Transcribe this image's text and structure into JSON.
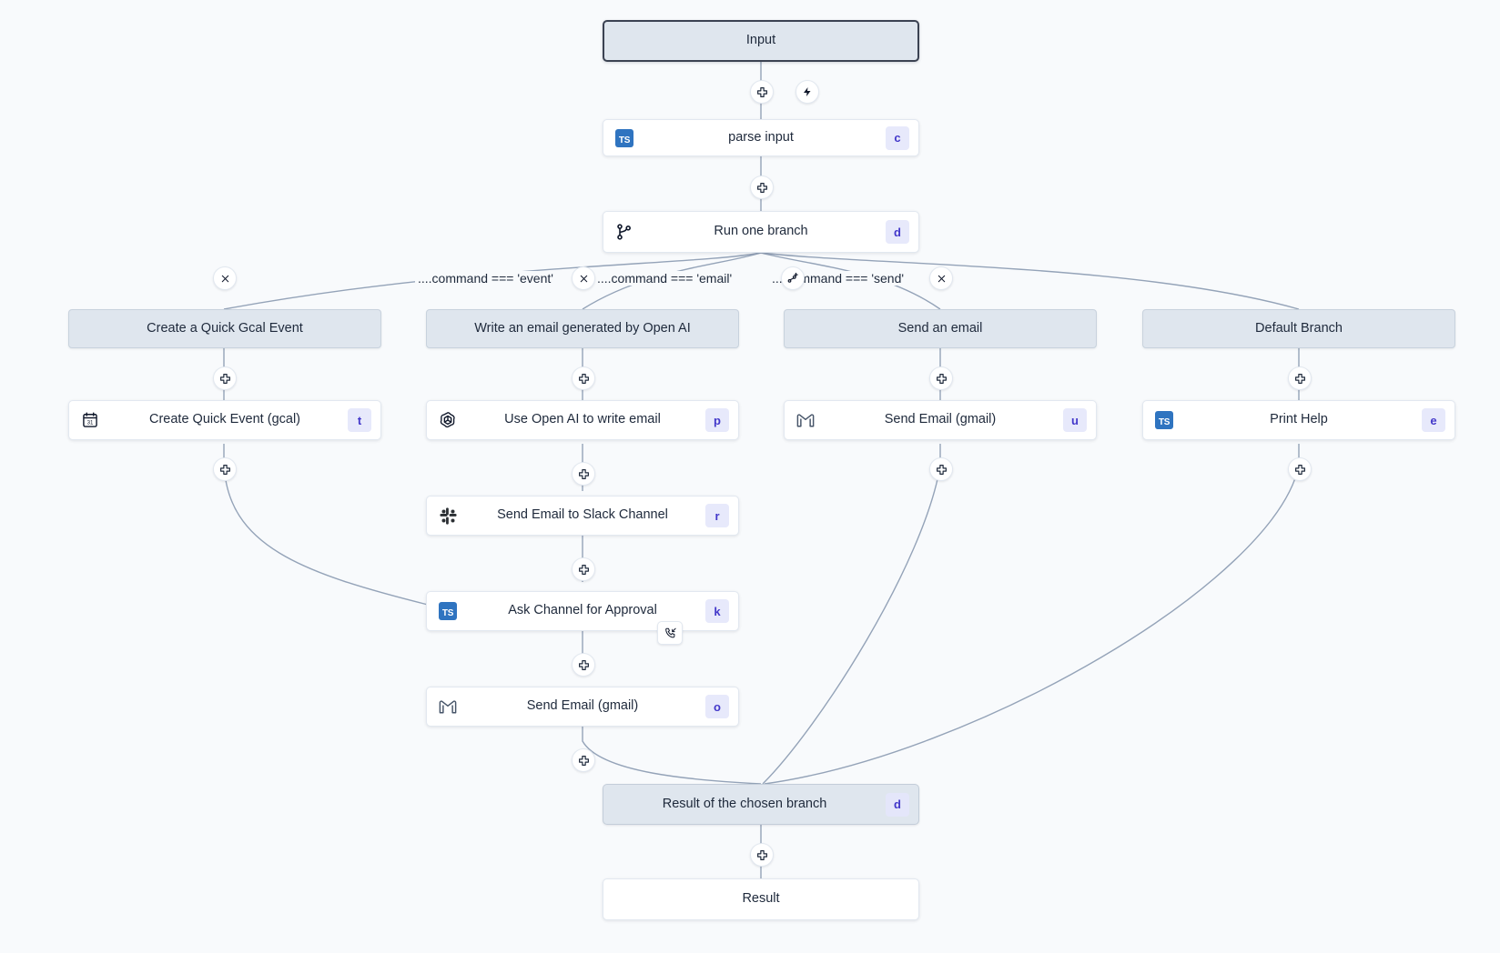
{
  "canvas": {
    "background": "#f8fafc",
    "edge_color": "#94a3b8",
    "accent_badge_bg": "#e7e9fb",
    "accent_badge_fg": "#4338ca",
    "terminal_bg": "#dfe6ee",
    "module_bg": "#ffffff"
  },
  "nodes": {
    "input": {
      "label": "Input",
      "kind": "terminal",
      "selected": true
    },
    "parse_input": {
      "label": "parse input",
      "kind": "module",
      "icon": "typescript-icon",
      "shortcut": "c"
    },
    "run_one_branch": {
      "label": "Run one branch",
      "kind": "module",
      "icon": "git-branch-icon",
      "shortcut": "d"
    },
    "branch_gcal": {
      "label": "Create a Quick Gcal Event",
      "kind": "branch-head"
    },
    "branch_write_email": {
      "label": "Write an email generated by Open AI",
      "kind": "branch-head"
    },
    "branch_send_email": {
      "label": "Send an email",
      "kind": "branch-head"
    },
    "branch_default": {
      "label": "Default Branch",
      "kind": "branch-head"
    },
    "create_quick_event": {
      "label": "Create Quick Event (gcal)",
      "kind": "module",
      "icon": "calendar-icon",
      "shortcut": "t"
    },
    "use_openai": {
      "label": "Use Open AI to write email",
      "kind": "module",
      "icon": "openai-icon",
      "shortcut": "p"
    },
    "send_email_slack": {
      "label": "Send Email to Slack Channel",
      "kind": "module",
      "icon": "slack-icon",
      "shortcut": "r"
    },
    "ask_channel_approval": {
      "label": "Ask Channel for Approval",
      "kind": "module",
      "icon": "typescript-icon",
      "shortcut": "k",
      "badge": "suspend-resume-icon"
    },
    "send_email_gmail_mid": {
      "label": "Send Email (gmail)",
      "kind": "module",
      "icon": "gmail-icon",
      "shortcut": "o"
    },
    "send_email_gmail_right": {
      "label": "Send Email (gmail)",
      "kind": "module",
      "icon": "gmail-icon",
      "shortcut": "u"
    },
    "print_help": {
      "label": "Print Help",
      "kind": "module",
      "icon": "typescript-icon",
      "shortcut": "e"
    },
    "result_chosen_branch": {
      "label": "Result of the chosen branch",
      "kind": "terminal",
      "shortcut": "d"
    },
    "result": {
      "label": "Result",
      "kind": "module"
    }
  },
  "branch_labels": [
    {
      "id": "branch-predicate-event",
      "text": "....command === 'event'"
    },
    {
      "id": "branch-predicate-email",
      "text": "....command === 'email'"
    },
    {
      "id": "branch-predicate-send",
      "text": "....command === 'send'"
    }
  ],
  "buttons": {
    "add_step": "plus-icon",
    "trigger": "lightning-icon",
    "remove_branch": "close-icon",
    "add_branch": "add-branch-icon"
  }
}
